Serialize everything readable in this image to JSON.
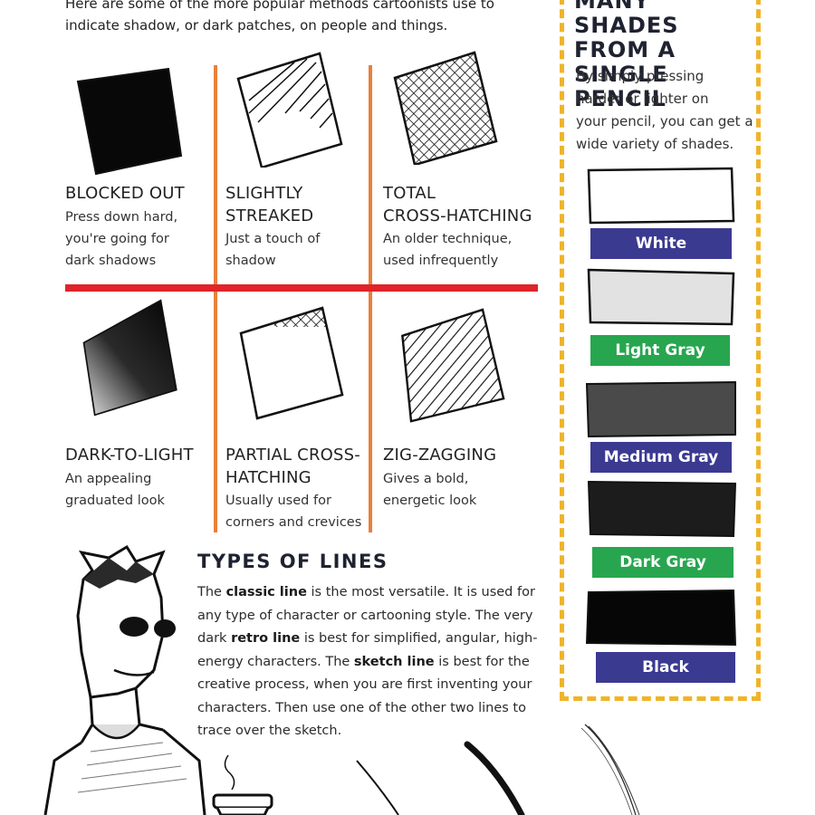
{
  "intro": "Here are some of the more popular methods cartoonists use to indicate shadow, or dark patches, on people and things.",
  "techniques": [
    {
      "title": "BLOCKED OUT",
      "desc": "Press down hard,\nyou're going for\ndark shadows"
    },
    {
      "title": "SLIGHTLY\nSTREAKED",
      "desc": "Just a touch of\nshadow"
    },
    {
      "title": "TOTAL\nCROSS-HATCHING",
      "desc": "An older technique,\nused infrequently"
    },
    {
      "title": "DARK-TO-LIGHT",
      "desc": "An appealing\ngraduated look"
    },
    {
      "title": "PARTIAL CROSS-\nHATCHING",
      "desc": "Usually used for\ncorners and crevices"
    },
    {
      "title": "ZIG-ZAGGING",
      "desc": "Gives a bold,\nenergetic look"
    }
  ],
  "panel": {
    "title": "MANY SHADES\nFROM A\nSINGLE PENCIL",
    "desc": "By simply pressing\nharder or lighter on\nyour pencil, you can get a\nwide variety of shades.",
    "shades": [
      {
        "label": "White",
        "fill": "#ffffff",
        "label_color": "#3b3a91"
      },
      {
        "label": "Light Gray",
        "fill": "#e2e2e2",
        "label_color": "#27a64f"
      },
      {
        "label": "Medium Gray",
        "fill": "#4a4a4a",
        "label_color": "#3b3a91"
      },
      {
        "label": "Dark Gray",
        "fill": "#1c1c1c",
        "label_color": "#27a64f"
      },
      {
        "label": "Black",
        "fill": "#060606",
        "label_color": "#3b3a91"
      }
    ]
  },
  "lines": {
    "title": "TYPES OF LINES",
    "p1": "The ",
    "classic": "classic line",
    "p2": " is the most versatile. It is used for any type of character or cartooning style. The very dark ",
    "retro": "retro line",
    "p3": " is best for simplified, angular, high-energy characters. The ",
    "sketch": "sketch line",
    "p4": " is best for the creative process, when you are first inventing your characters. Then use one of the other two lines to trace over the sketch."
  },
  "colors": {
    "rule": "#e0242a",
    "divider": "#e8803a",
    "panel_border": "#f0b428",
    "purple": "#3b3a91",
    "green": "#27a64f"
  }
}
